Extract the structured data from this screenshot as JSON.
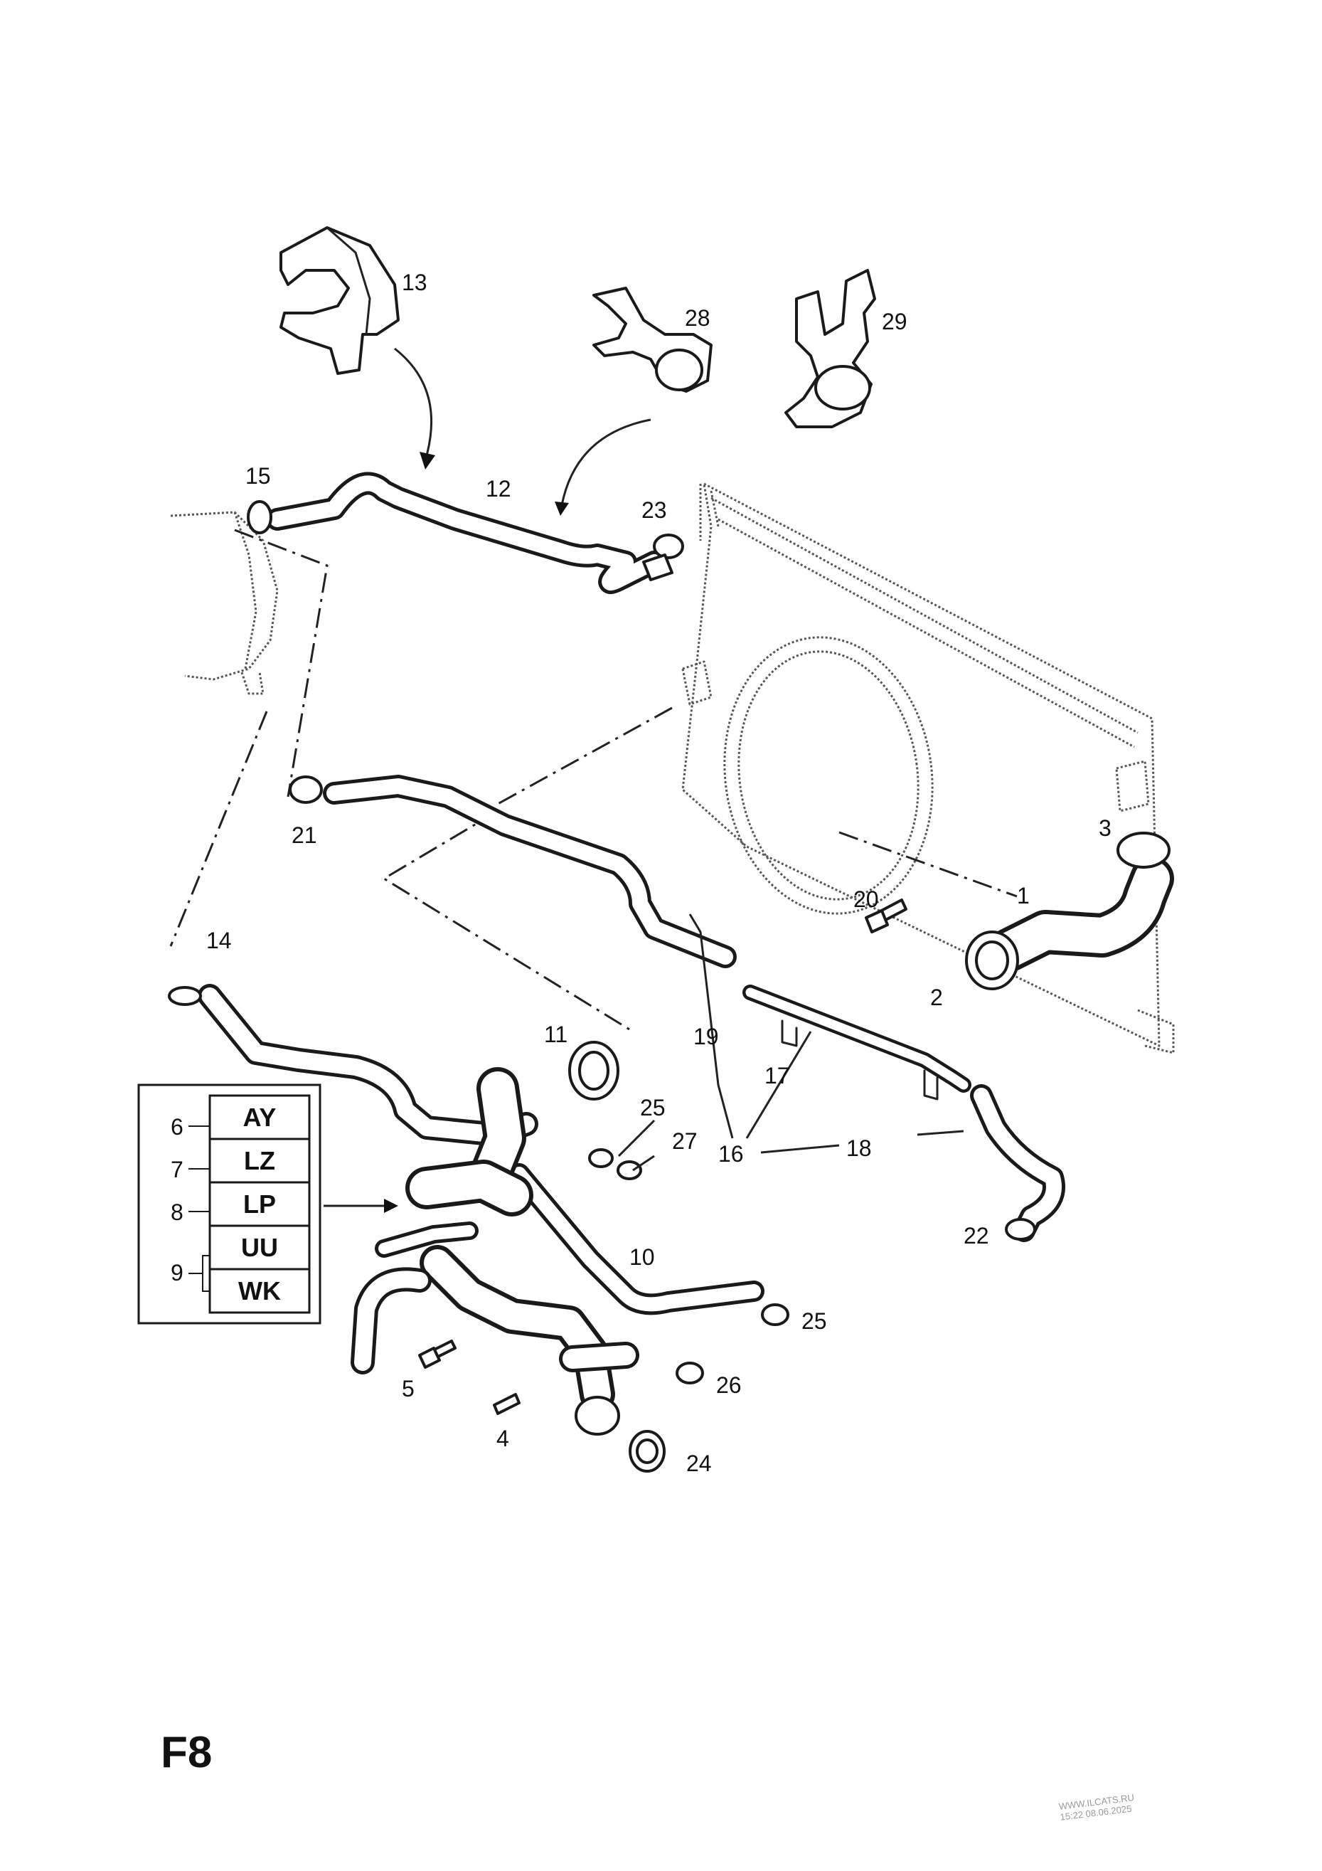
{
  "page_label": "F8",
  "watermark": {
    "line1": "WWW.ILCATS.RU",
    "line2": "15:22 08.06.2025"
  },
  "legend": {
    "rows": [
      {
        "num": "6",
        "code": "AY"
      },
      {
        "num": "7",
        "code": "LZ"
      },
      {
        "num": "8",
        "code": "LP"
      },
      {
        "num": "9",
        "code": "UU"
      },
      {
        "num": "",
        "code": "WK"
      }
    ]
  },
  "callouts": {
    "c1": "1",
    "c2": "2",
    "c3": "3",
    "c4": "4",
    "c5": "5",
    "c10": "10",
    "c11": "11",
    "c12": "12",
    "c13": "13",
    "c14": "14",
    "c15": "15",
    "c16": "16",
    "c17": "17",
    "c18": "18",
    "c19": "19",
    "c20": "20",
    "c21": "21",
    "c22": "22",
    "c23": "23",
    "c24": "24",
    "c25a": "25",
    "c25b": "25",
    "c26": "26",
    "c27": "27",
    "c28": "28",
    "c29": "29"
  },
  "colors": {
    "line": "#1a1a1a",
    "background": "#ffffff",
    "watermark": "#999999"
  }
}
